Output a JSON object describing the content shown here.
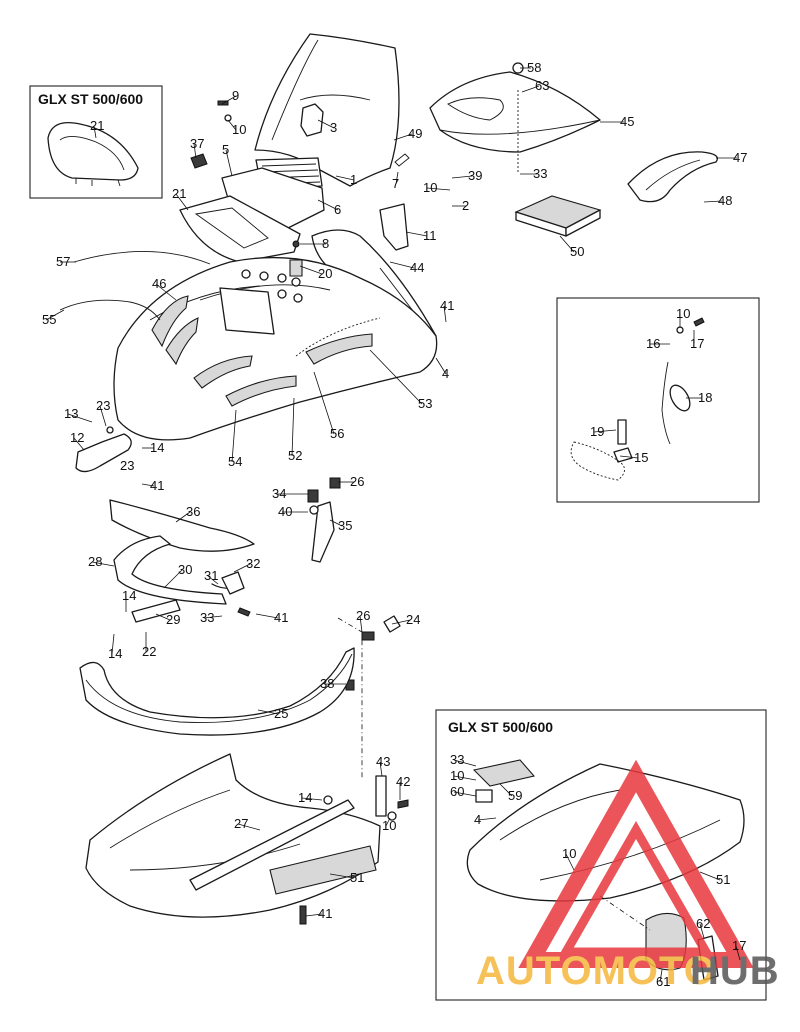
{
  "inset_titles": {
    "top_left": "GLX ST 500/600",
    "bottom_right": "GLX ST 500/600"
  },
  "watermark": {
    "text_a": "AUTOMOTO",
    "text_b": "HUB",
    "color_a": "#f5b73c",
    "color_b": "#555555",
    "triangle_color": "#e8383d"
  },
  "labels": {
    "main": [
      "9",
      "10",
      "3",
      "49",
      "58",
      "63",
      "45",
      "37",
      "5",
      "21",
      "6",
      "7",
      "1",
      "10",
      "39",
      "2",
      "33",
      "47",
      "48",
      "50",
      "11",
      "8",
      "57",
      "20",
      "44",
      "46",
      "55",
      "41",
      "4",
      "53",
      "56",
      "52",
      "54",
      "13",
      "23",
      "12",
      "14",
      "23",
      "41",
      "36",
      "34",
      "26",
      "40",
      "35",
      "28",
      "32",
      "31",
      "30",
      "14",
      "29",
      "33",
      "41",
      "14",
      "22",
      "26",
      "24",
      "38",
      "25",
      "43",
      "42",
      "14",
      "27",
      "10",
      "51",
      "41"
    ],
    "inset_top_left": [
      "21"
    ],
    "inset_right": [
      "10",
      "16",
      "17",
      "18",
      "19",
      "15"
    ],
    "inset_bottom_right": [
      "33",
      "10",
      "60",
      "59",
      "4",
      "10",
      "51",
      "61",
      "62",
      "17"
    ]
  }
}
